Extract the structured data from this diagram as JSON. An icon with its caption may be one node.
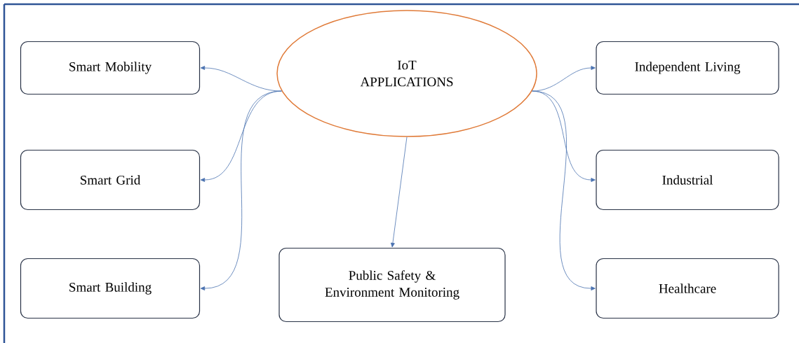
{
  "diagram": {
    "nodes": [
      {
        "text": [
          "Smart Mobility"
        ]
      },
      {
        "text": [
          "IoT APPLICATIONS"
        ]
      },
      {
        "text": [
          "Independent Living"
        ]
      },
      {
        "text": [
          "Smart Grid"
        ]
      },
      {
        "text": [
          "Industrial"
        ]
      },
      {
        "text": [
          "Smart Building"
        ]
      },
      {
        "text": [
          "Public Safety & Environment Monitoring"
        ]
      },
      {
        "text": [
          "Healthcare"
        ]
      }
    ],
    "edges": [
      {
        "from": 1,
        "to": 0,
        "arrow": "to"
      },
      {
        "from": 1,
        "to": 3,
        "arrow": "to"
      },
      {
        "from": 1,
        "to": 5,
        "arrow": "to"
      },
      {
        "from": 1,
        "to": 2,
        "arrow": "to"
      },
      {
        "from": 1,
        "to": 4,
        "arrow": "to"
      },
      {
        "from": 1,
        "to": 7,
        "arrow": "to"
      },
      {
        "from": 1,
        "to": 6,
        "arrow": "to"
      }
    ]
  }
}
